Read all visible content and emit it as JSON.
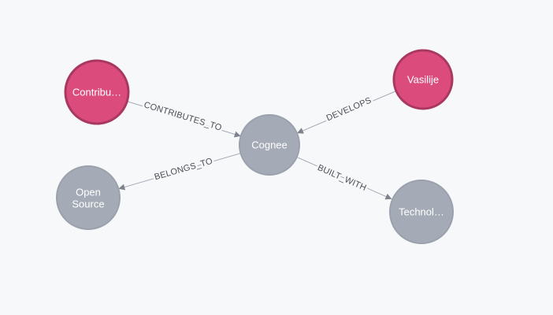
{
  "canvas": {
    "background": "#F7F8FA"
  },
  "colors": {
    "person_node_fill": "#DB4C7D",
    "person_node_border": "#A93860",
    "entity_node_fill": "#A5ABB6",
    "entity_node_border": "#9AA1AC",
    "node_text": "#FFFFFF",
    "edge_line": "#A5ABB6",
    "arrowhead": "#7E828C",
    "edge_label_text": "#4B4D54"
  },
  "graph": {
    "nodes": {
      "contributor": {
        "label": "Contribu…",
        "color": "pink"
      },
      "vasilije": {
        "label": "Vasilije",
        "color": "pink"
      },
      "cognee": {
        "label": "Cognee",
        "color": "gray"
      },
      "open_source": {
        "label_line1": "Open",
        "label_line2": "Source",
        "color": "gray"
      },
      "technology": {
        "label": "Technol…",
        "color": "gray"
      }
    },
    "edges": {
      "contributes_to": {
        "label": "CONTRIBUTES_TO",
        "from": "Contribu…",
        "to": "Cognee"
      },
      "develops": {
        "label": "DEVELOPS",
        "from": "Vasilije",
        "to": "Cognee"
      },
      "belongs_to": {
        "label": "BELONGS_TO",
        "from": "Cognee",
        "to": "Open Source"
      },
      "built_with": {
        "label": "BUILT_WITH",
        "from": "Cognee",
        "to": "Technol…"
      }
    }
  }
}
